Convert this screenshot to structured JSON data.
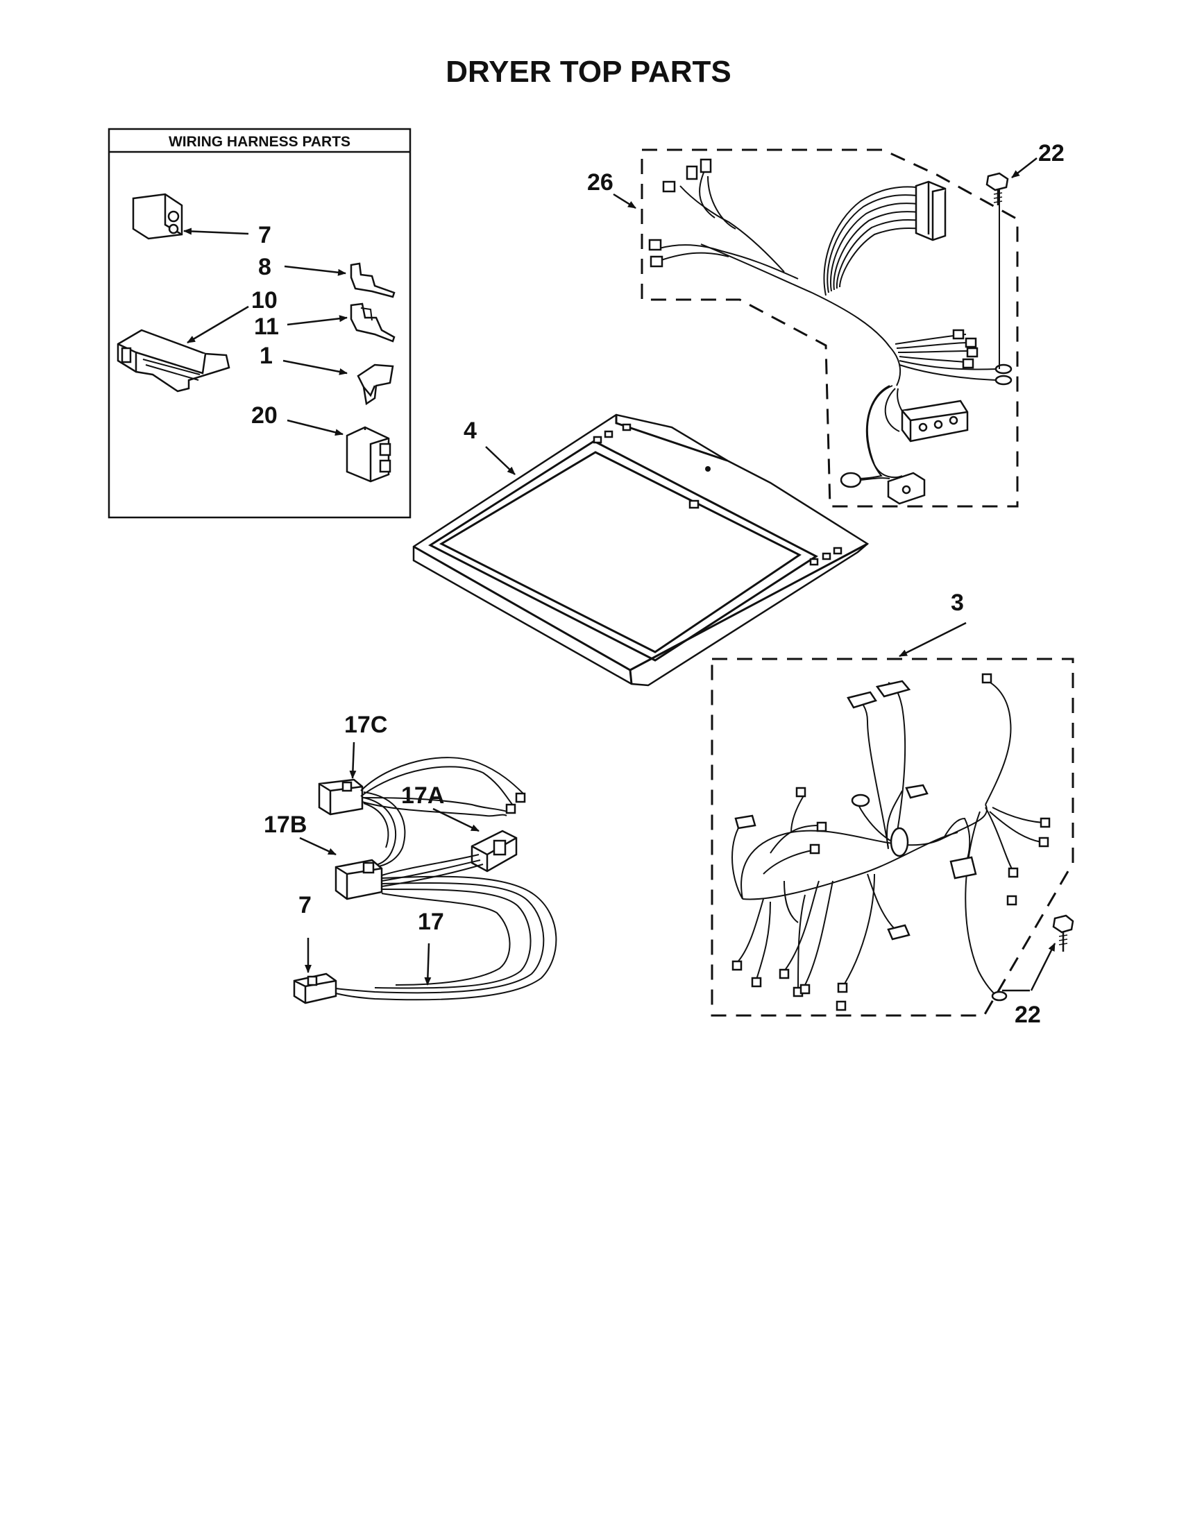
{
  "title": "DRYER TOP PARTS",
  "harness_box": {
    "header": "WIRING HARNESS PARTS",
    "callouts": [
      "7",
      "8",
      "10",
      "11",
      "1",
      "20"
    ]
  },
  "callouts": {
    "p26": "26",
    "p22_top": "22",
    "p4": "4",
    "p3": "3",
    "p22_bottom": "22",
    "p17c": "17C",
    "p17a": "17A",
    "p17b": "17B",
    "p7": "7",
    "p17": "17"
  }
}
